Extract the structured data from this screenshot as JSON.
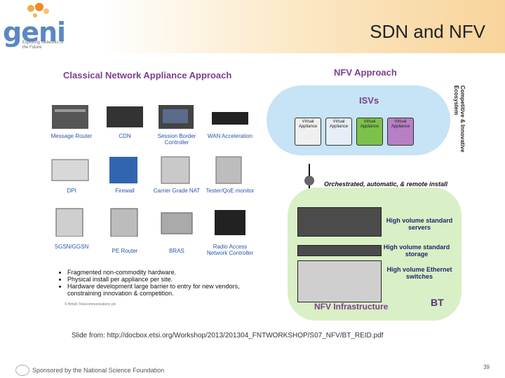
{
  "header": {
    "logo_text": "geni",
    "logo_tagline": "Exploring Networks of the Future",
    "title": "SDN and NFV"
  },
  "figure": {
    "left_heading": "Classical Network Appliance Approach",
    "right_heading": "NFV Approach",
    "appliances": [
      "Message Router",
      "CDN",
      "Session Border Controller",
      "WAN Acceleration",
      "DPI",
      "Firewall",
      "Carrier Grade NAT",
      "Tester/QoE monitor",
      "SGSN/GGSN",
      "PE Router",
      "BRAS",
      "Radio Access Network Controller"
    ],
    "bullets": [
      "Fragmented non-commodity hardware.",
      "Physical install per appliance per site.",
      "Hardware development large barrier to entry for new vendors, constraining innovation & competition."
    ],
    "copyright": "© British Telecommunications plc",
    "isv_title": "ISVs",
    "virtual_appliance_label": "Virtual Appliance",
    "side_label": "Competitive & Innovative Ecosystem",
    "orchestration": "Orchestrated, automatic, & remote install",
    "hw_labels": [
      "High volume standard servers",
      "High volume standard storage",
      "High volume Ethernet switches"
    ],
    "nfv_infra": "NFV Infrastructure",
    "bt_logo": "BT"
  },
  "source": "Slide from: http://docbox.etsi.org/Workshop/2013/201304_FNTWORKSHOP/S07_NFV/BT_REID.pdf",
  "footer": {
    "text": "Sponsored by the National Science Foundation",
    "page": "39"
  }
}
